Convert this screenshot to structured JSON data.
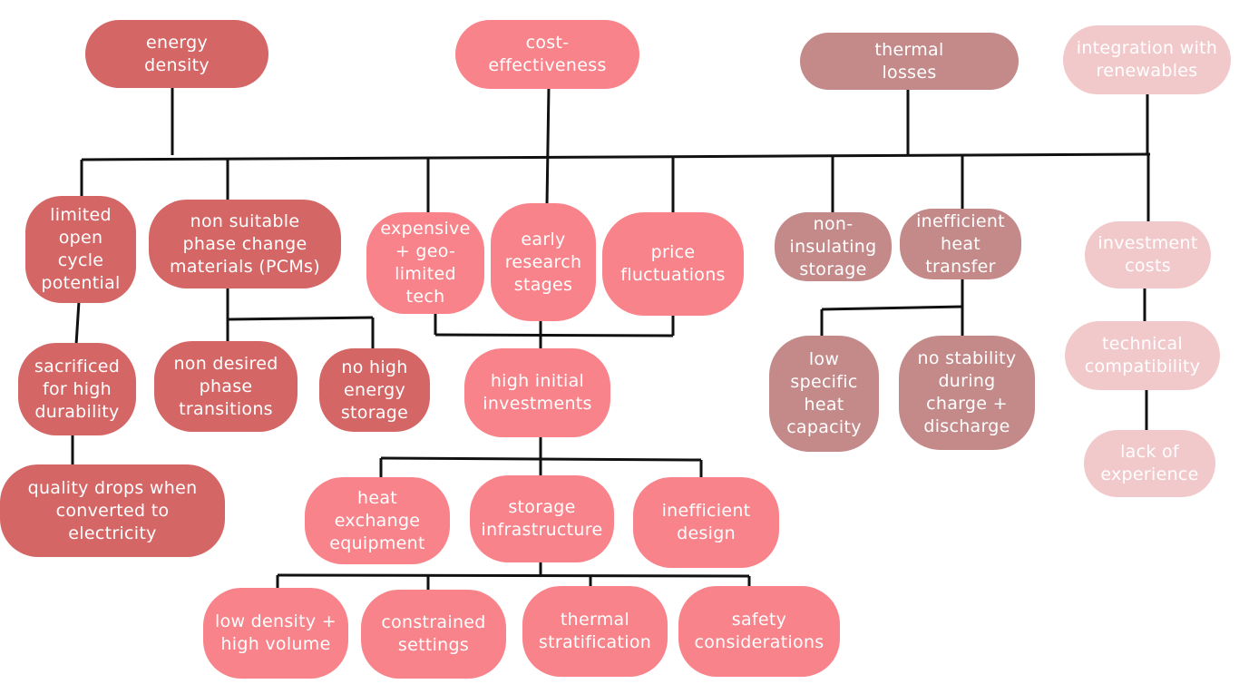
{
  "colors": {
    "energy_density": "#d56666",
    "cost_effectiveness": "#f9838a",
    "thermal_losses": "#c48a8a",
    "integration": "#f2c9cb",
    "connector": "#111111",
    "text": "#ffffff"
  },
  "nodes": {
    "energy_density": "energy\ndensity",
    "cost_effectiveness": "cost-\neffectiveness",
    "thermal_losses": "thermal\nlosses",
    "integration": "integration with\nrenewables",
    "limited_open_cycle": "limited\nopen\ncycle\npotential",
    "non_suitable_pcm": "non suitable\nphase change\nmaterials (PCMs)",
    "expensive_geo": "expensive\n+ geo-\nlimited\ntech",
    "early_research": "early\nresearch\nstages",
    "price_fluctuations": "price\nfluctuations",
    "non_insulating": "non-\ninsulating\nstorage",
    "inefficient_heat_transfer": "inefficient\nheat\ntransfer",
    "investment_costs": "investment\ncosts",
    "sacrificed_durability": "sacrificed\nfor high\ndurability",
    "non_desired_phase": "non desired\nphase\ntransitions",
    "no_high_energy": "no high\nenergy\nstorage",
    "high_initial": "high initial\ninvestments",
    "low_specific_heat": "low\nspecific\nheat\ncapacity",
    "no_stability": "no stability\nduring\ncharge +\ndischarge",
    "technical_compat": "technical\ncompatibility",
    "lack_experience": "lack of\nexperience",
    "quality_drops": "quality drops when\nconverted to\nelectricity",
    "heat_exchange": "heat\nexchange\nequipment",
    "storage_infra": "storage\ninfrastructure",
    "inefficient_design": "inefficient\ndesign",
    "low_density": "low density +\nhigh volume",
    "constrained": "constrained\nsettings",
    "thermal_strat": "thermal\nstratification",
    "safety": "safety\nconsiderations"
  }
}
